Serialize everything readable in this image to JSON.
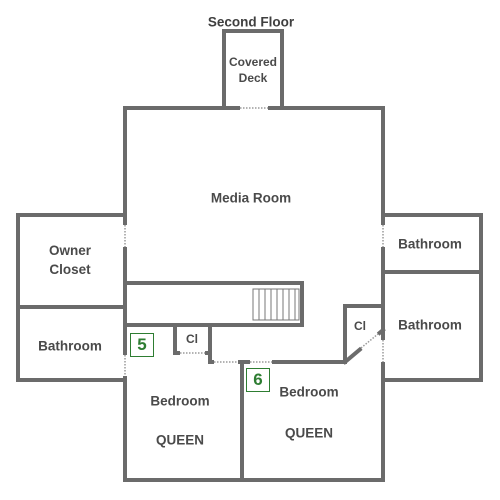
{
  "title": "Second Floor",
  "rooms": {
    "covered_deck": "Covered Deck",
    "media_room": "Media Room",
    "owner_closet": "Owner Closet",
    "bathroom_left": "Bathroom",
    "bathroom_right_top": "Bathroom",
    "bathroom_right_bottom": "Bathroom",
    "closet_5": "Cl",
    "closet_6": "Cl",
    "bedroom_5": {
      "name": "Bedroom",
      "bed": "QUEEN",
      "number": "5"
    },
    "bedroom_6": {
      "name": "Bedroom",
      "bed": "QUEEN",
      "number": "6"
    }
  },
  "colors": {
    "wall": "#6b6b6b",
    "label": "#4a4a4a",
    "badge": "#2e7d32"
  }
}
